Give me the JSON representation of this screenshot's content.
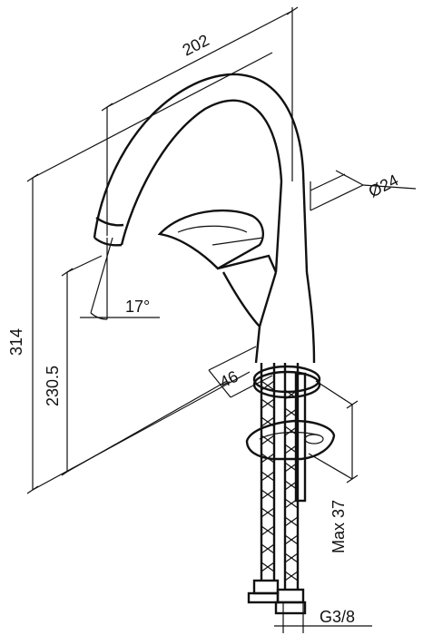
{
  "dimensions": {
    "width_202": "202",
    "height_314": "314",
    "height_230_5": "230.5",
    "angle_17": "17°",
    "diameter_24": "Ø24",
    "base_46": "46",
    "max_37": "Max 37",
    "thread_g38": "G3/8"
  }
}
